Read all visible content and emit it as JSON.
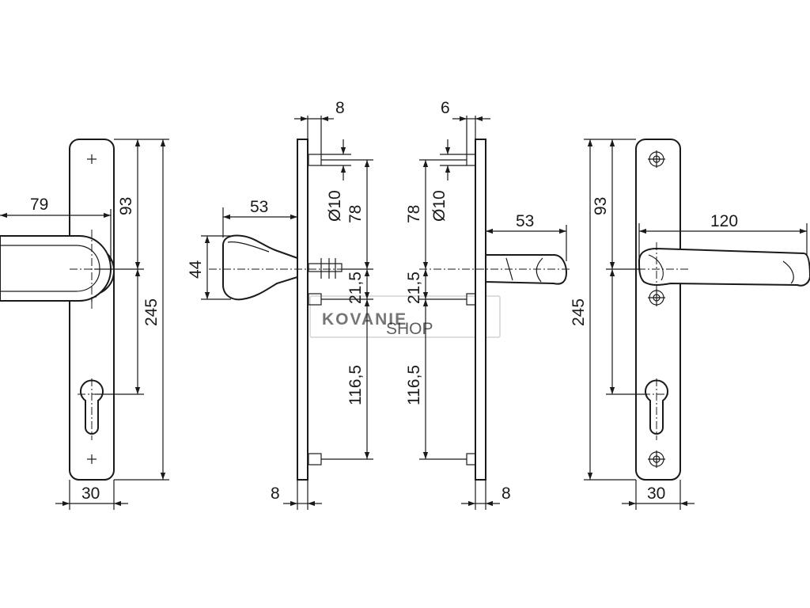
{
  "watermark": {
    "brand": "KOVANIE",
    "sub": "SHOP"
  },
  "views": {
    "front_left": {
      "handle_projection": "79",
      "top_to_spindle": "93",
      "plate_length": "245",
      "plate_width": "30"
    },
    "side_left": {
      "rose_thickness": "8",
      "screw_diameter": "Ø10",
      "handle_projection": "53",
      "handle_height": "44",
      "top_screw_to_spindle": "78",
      "spindle_to_lower_screw": "21,5",
      "lower_screw_spacing": "116,5",
      "plate_thickness": "8"
    },
    "side_right": {
      "rose_thickness": "6",
      "screw_diameter": "Ø10",
      "top_screw_to_spindle": "78",
      "handle_projection": "53",
      "spindle_to_lower_screw": "21,5",
      "lower_screw_spacing": "116,5",
      "plate_thickness": "8"
    },
    "front_right": {
      "plate_length": "245",
      "top_to_spindle": "93",
      "handle_length": "120",
      "plate_width": "30"
    }
  }
}
